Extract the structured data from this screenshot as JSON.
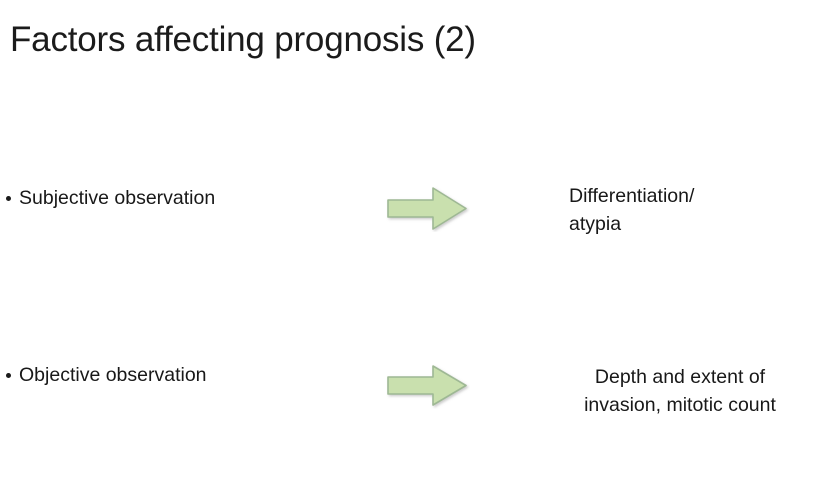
{
  "slide": {
    "title": "Factors affecting prognosis (2)",
    "background_color": "#ffffff",
    "text_color": "#181818"
  },
  "arrow": {
    "icon": "right-arrow-icon",
    "fill_color": "#c9e0ae",
    "border_color": "#9eb894",
    "direction": "right"
  },
  "rows": [
    {
      "bullet": "Subjective observation",
      "result_lines": [
        "Differentiation/",
        "atypia"
      ],
      "align": "left"
    },
    {
      "bullet": "Objective observation",
      "result_lines": [
        "Depth and extent of",
        "invasion, mitotic count"
      ],
      "align": "center"
    }
  ]
}
